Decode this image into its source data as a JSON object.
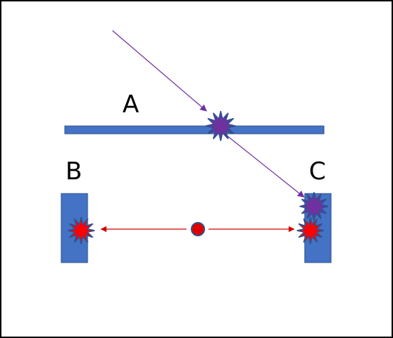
{
  "labels": {
    "a": "A",
    "b": "B",
    "c": "C"
  },
  "colors": {
    "frame": "#000000",
    "plate": "#4472C4",
    "plate_stroke": "#2F528F",
    "ray": "#7030A0",
    "impact_purple": "#7030A0",
    "impact_red": "#FF0000",
    "star_stroke": "#2F528F",
    "emitter": "#E00000",
    "emitter_stroke": "#2F528F",
    "arrow_red": "#D00000"
  }
}
